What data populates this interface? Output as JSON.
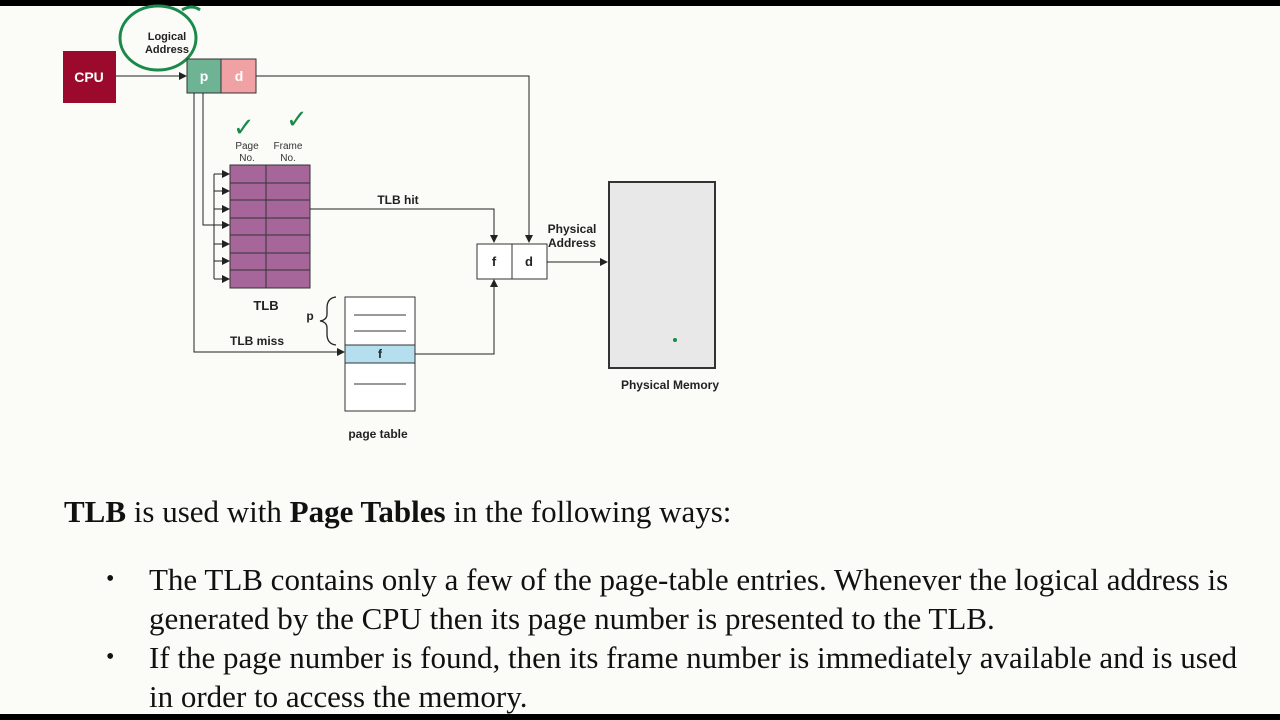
{
  "diagram": {
    "cpu_label": "CPU",
    "logical_address_label": [
      "Logical",
      "Address"
    ],
    "p_label": "p",
    "d_label": "d",
    "page_no_label": [
      "Page",
      "No."
    ],
    "frame_no_label": [
      "Frame",
      "No."
    ],
    "tlb_label": "TLB",
    "tlb_hit_label": "TLB hit",
    "tlb_miss_label": "TLB miss",
    "physical_address_label": [
      "Physical",
      "Address"
    ],
    "f_label": "f",
    "d2_label": "d",
    "page_table_p_label": "p",
    "page_table_f_label": "f",
    "page_table_label": "page table",
    "physical_memory_label": "Physical Memory",
    "annotation_checkmark": "✓",
    "colors": {
      "cpu": "#9b0a2c",
      "p_box": "#6db394",
      "d_box": "#f0a1a4",
      "tlb": "#a6669a",
      "page_table_f_row": "#b5dfee",
      "memory": "#e8e8e8",
      "annotation_ink": "#1a8a4a"
    }
  },
  "text": {
    "intro_tlb": "TLB",
    "intro_mid": " is used with ",
    "intro_page_tables": "Page Tables",
    "intro_end": " in the following ways:",
    "bullet_symbol": "•",
    "points": [
      "The TLB contains only a few of the page-table entries. Whenever the logical address is generated by the CPU then its page number is presented to the TLB.",
      "If the page number is found, then its frame number is immediately available and is used in order to access the memory."
    ]
  }
}
